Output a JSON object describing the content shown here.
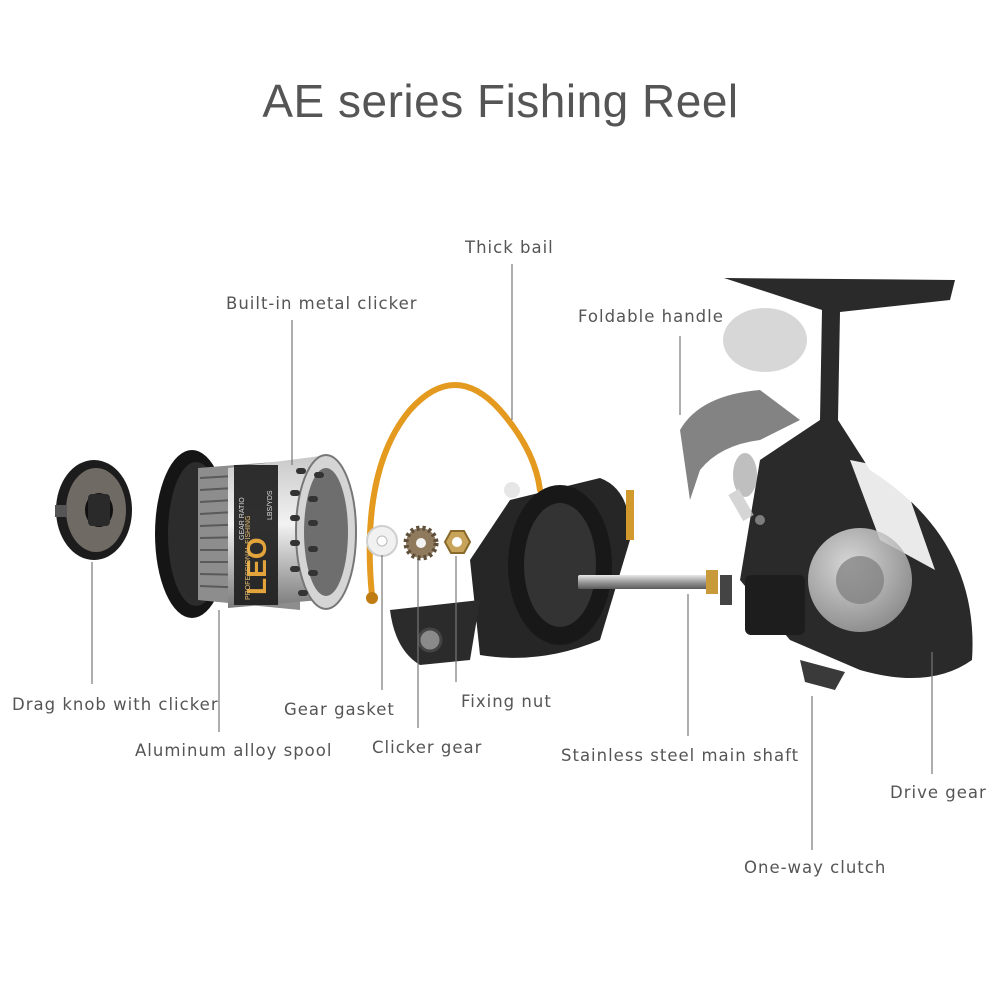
{
  "title": "AE series Fishing Reel",
  "spool_print": {
    "brand": "LEO",
    "line1": "GEAR RATIO",
    "line2": "LBS/YDS",
    "line3": "PROFESSIONAL FISHING"
  },
  "labels": {
    "thick_bail": "Thick bail",
    "built_in_metal_clicker": "Built-in metal clicker",
    "foldable_handle": "Foldable handle",
    "drag_knob_with_clicker": "Drag knob with clicker",
    "aluminum_alloy_spool": "Aluminum alloy spool",
    "gear_gasket": "Gear gasket",
    "clicker_gear": "Clicker gear",
    "fixing_nut": "Fixing nut",
    "stainless_steel_main_shaft": "Stainless steel main shaft",
    "drive_gear": "Drive gear",
    "one_way_clutch": "One-way clutch"
  },
  "colors": {
    "text": "#555555",
    "leader": "#777777",
    "bail": "#e39a1e",
    "body": "#2a2a2a"
  }
}
